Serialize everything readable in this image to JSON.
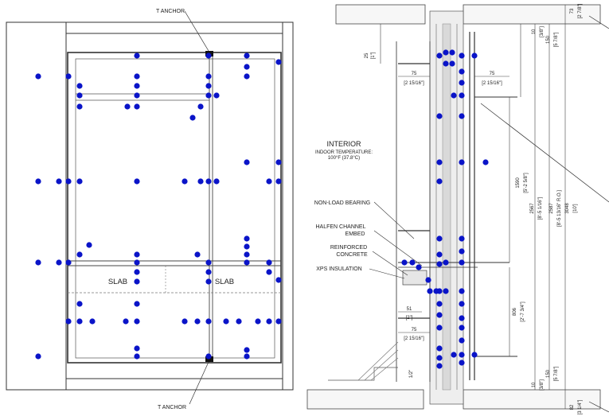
{
  "left_elevation": {
    "anchor_top": "T ANCHOR",
    "anchor_bottom": "T ANCHOR",
    "slab_left": "SLAB",
    "slab_right": "SLAB"
  },
  "section": {
    "interior_title": "INTERIOR",
    "interior_line1": "INDOOR TEMPERATURE:",
    "interior_line2": "100°F (37.8°C)",
    "callouts": [
      "NON-LOAD BEARING",
      "HALFEN CHANNEL",
      "EMBED",
      "REINFORCED",
      "CONCRETE",
      "XPS INSULATION"
    ],
    "dims_top": [
      "75",
      "[2 15/16\"]",
      "75",
      "[2 15/16\"]"
    ],
    "dims_bottom": [
      "51",
      "[2\"]",
      "75",
      "[2 15/16\"]"
    ],
    "dims_right": [
      "73",
      "[2 7/8\"]",
      "150",
      "[5 7/8\"]",
      "1590",
      "[5'-2 5/8\"]",
      "2567",
      "[8'-5 1/16\"]",
      "2587",
      "[8'-5 13/16\" R.O.]",
      "3048",
      "[10']",
      "806",
      "[2'-7 3/4\"]",
      "150",
      "[5 7/8\"]",
      "82",
      "[3 1/4\"]"
    ],
    "dims_small": [
      "10",
      "[3/8\"]",
      "10",
      "[3/8\"]",
      "25",
      "[1\"]",
      "1/2\""
    ]
  },
  "colors": {
    "marker": "#0a14c8",
    "line": "#333333",
    "light_line": "#9a9a9a"
  }
}
